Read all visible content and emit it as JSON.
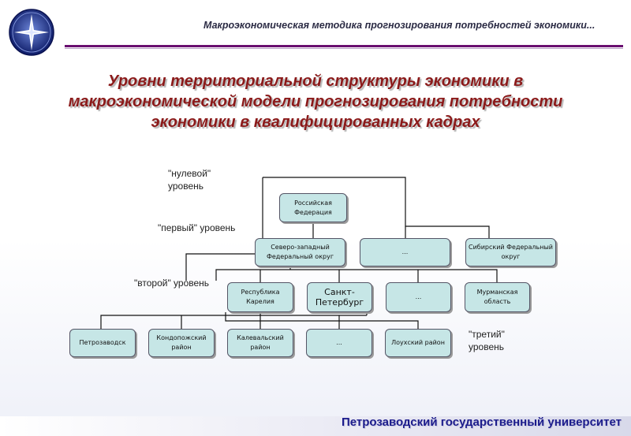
{
  "header": {
    "subtitle": "Макроэкономическая методика прогнозирования потребностей экономики..."
  },
  "title": {
    "line1": "Уровни территориальной структуры экономики в",
    "line2": "макроэкономической модели прогнозирования потребности",
    "line3": "экономики в квалифицированных кадрах"
  },
  "levels": {
    "zero_line1": "\"нулевой\"",
    "zero_line2": "уровень",
    "first": "\"первый\" уровень",
    "second": "\"второй\" уровень",
    "third_line1": "\"третий\"",
    "third_line2": "уровень"
  },
  "nodes": {
    "rf": "Российская Федерация",
    "nw": "Северо-западный Федеральный округ",
    "dots1": "...",
    "sib": "Сибирский Федеральный округ",
    "karelia": "Республика Карелия",
    "spb": "Санкт-Петербург",
    "dots2": "...",
    "murmansk": "Мурманская область",
    "ptz": "Петрозаводск",
    "kond": "Кондопожский район",
    "kalev": "Калевальский район",
    "dots3": "...",
    "louhi": "Лоухский район"
  },
  "footer": {
    "university": "Петрозаводский государственный университет"
  },
  "colors": {
    "node_fill": "#c6e6e6",
    "title": "#8b1a1a",
    "header_rule": "#6a0f70",
    "footer_text": "#1c1c8c"
  }
}
